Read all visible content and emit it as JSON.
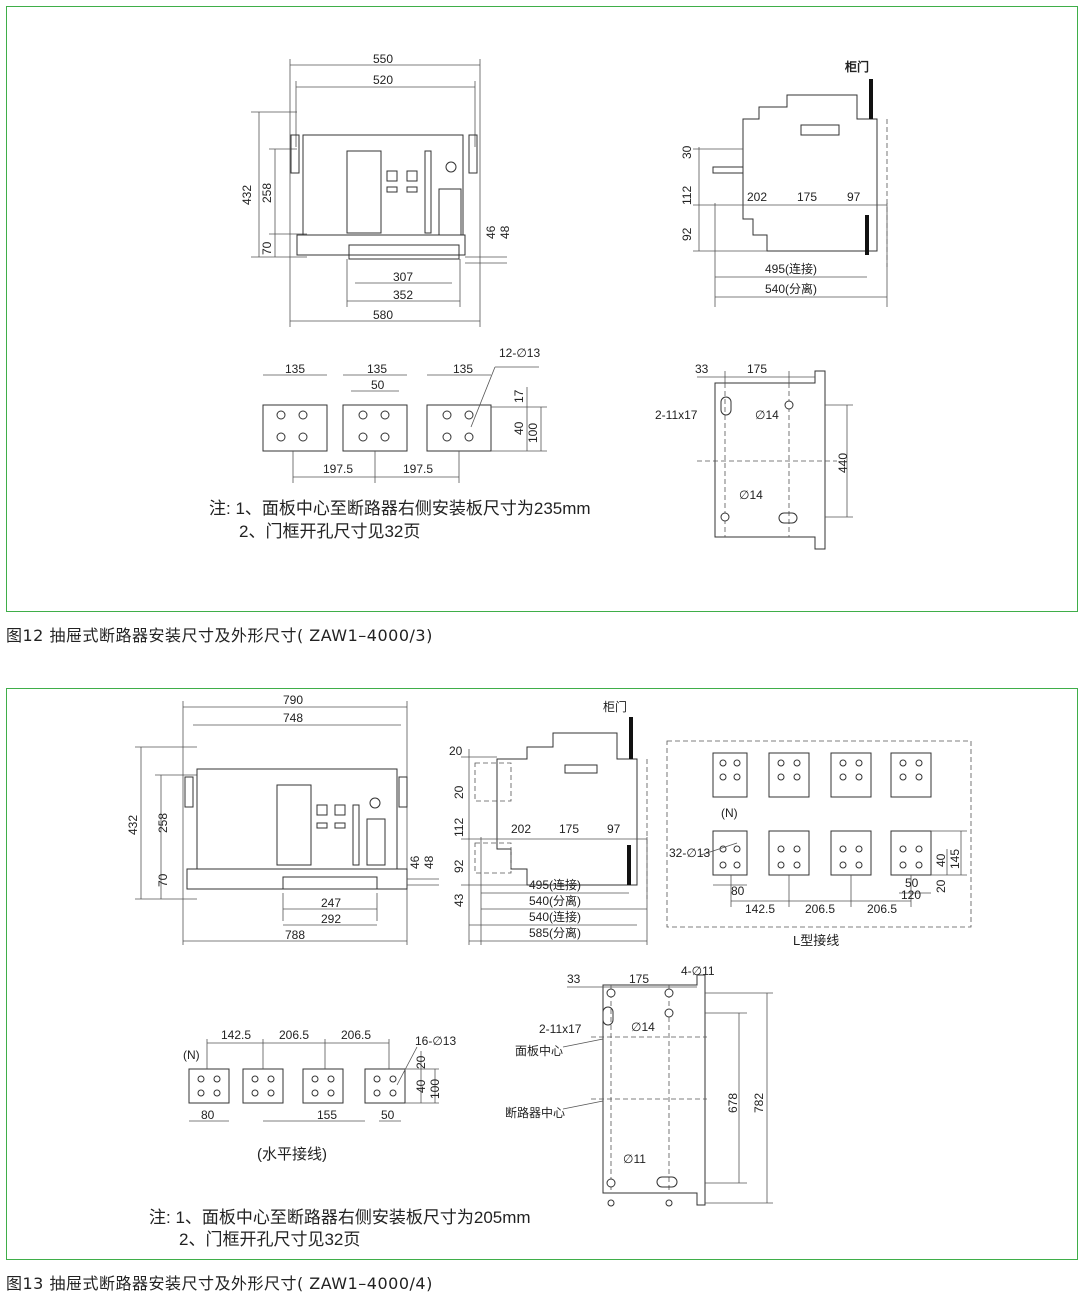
{
  "fig12": {
    "caption": "图12  抽屉式断路器安装尺寸及外形尺寸( ZAW1–4000/3)",
    "front_dims": [
      "550",
      "520",
      "432",
      "258",
      "70",
      "46",
      "48",
      "307",
      "352",
      "580"
    ],
    "side_dims": [
      "30",
      "112",
      "92",
      "202",
      "175",
      "97",
      "495(连接)",
      "540(分离)"
    ],
    "door_label": "柜门",
    "bus_dims": [
      "135",
      "135",
      "50",
      "135",
      "12-∅13",
      "17",
      "40",
      "100",
      "197.5",
      "197.5"
    ],
    "mount_dims": [
      "33",
      "175",
      "2-11x17",
      "∅14",
      "440",
      "∅14"
    ],
    "note1": "注: 1、面板中心至断路器右侧安装板尺寸为235mm",
    "note2": "2、门框开孔尺寸见32页"
  },
  "fig13": {
    "caption": "图13  抽屉式断路器安装尺寸及外形尺寸( ZAW1–4000/4)",
    "front_dims": [
      "790",
      "748",
      "432",
      "258",
      "70",
      "46",
      "48",
      "247",
      "292",
      "788"
    ],
    "side_dims": [
      "20",
      "20",
      "112",
      "92",
      "43",
      "202",
      "175",
      "97",
      "495(连接)",
      "540(分离)",
      "540(连接)",
      "585(分离)"
    ],
    "door_label": "柜门",
    "l_dims": [
      "(N)",
      "32-∅13",
      "80",
      "142.5",
      "206.5",
      "206.5",
      "145",
      "40",
      "20",
      "50",
      "120"
    ],
    "l_label": "L型接线",
    "h_dims": [
      "142.5",
      "206.5",
      "206.5",
      "(N)",
      "16-∅13",
      "20",
      "40",
      "100",
      "80",
      "155",
      "50"
    ],
    "h_label": "(水平接线)",
    "mount_dims": [
      "33",
      "175",
      "4-∅11",
      "2-11x17",
      "∅14",
      "面板中心",
      "断路器中心",
      "678",
      "782",
      "∅11"
    ],
    "note1": "注: 1、面板中心至断路器右侧安装板尺寸为205mm",
    "note2": "2、门框开孔尺寸见32页"
  }
}
